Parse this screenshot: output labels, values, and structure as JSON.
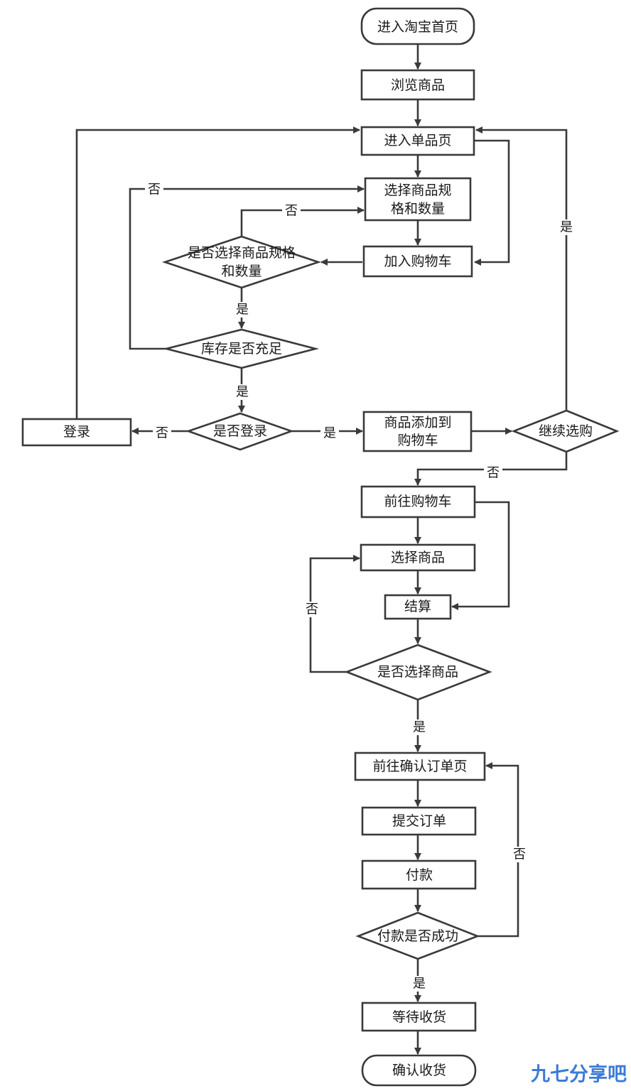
{
  "nodes": {
    "enter_home": "进入淘宝首页",
    "browse": "浏览商品",
    "item_page": "进入单品页",
    "choose_spec_1": "选择商品规",
    "choose_spec_2": "格和数量",
    "add_cart": "加入购物车",
    "check_spec_1": "是否选择商品规格",
    "check_spec_2": "和数量",
    "check_stock": "库存是否充足",
    "check_login": "是否登录",
    "login": "登录",
    "added_1": "商品添加到",
    "added_2": "购物车",
    "continue": "继续选购",
    "go_cart": "前往购物车",
    "select_goods": "选择商品",
    "checkout": "结算",
    "check_select": "是否选择商品",
    "confirm_order": "前往确认订单页",
    "submit_order": "提交订单",
    "pay": "付款",
    "check_pay": "付款是否成功",
    "wait": "等待收货",
    "receive": "确认收货"
  },
  "labels": {
    "yes": "是",
    "no": "否"
  },
  "watermark": "九七分享吧"
}
